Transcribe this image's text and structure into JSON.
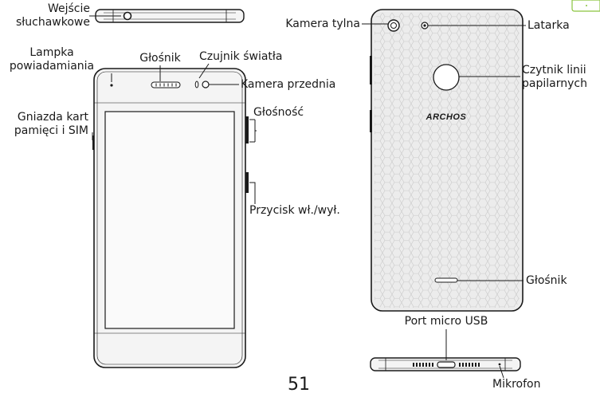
{
  "labels": {
    "headphone_line1": "Wejście",
    "headphone_line2": "słuchawkowe",
    "notif_line1": "Lampka",
    "notif_line2": "powiadamiania",
    "speaker_top": "Głośnik",
    "light_sensor": "Czujnik światła",
    "front_camera": "Kamera przednia",
    "slots_line1": "Gniazda kart",
    "slots_line2": "pamięci i SIM",
    "volume": "Głośność",
    "power": "Przycisk wł./wył.",
    "rear_camera": "Kamera tylna",
    "flashlight": "Latarka",
    "fingerprint_line1": "Czytnik linii",
    "fingerprint_line2": "papilarnych",
    "brand": "ARCHOS",
    "speaker_back": "Głośnik",
    "usb": "Port micro USB",
    "mic": "Mikrofon",
    "page_number": "51"
  },
  "colors": {
    "outline": "#1a1a1a",
    "body_fill": "#f4f4f4",
    "screen_fill": "#fafafa",
    "back_fill": "#ececec",
    "corner_tab": "#8ac43f"
  }
}
